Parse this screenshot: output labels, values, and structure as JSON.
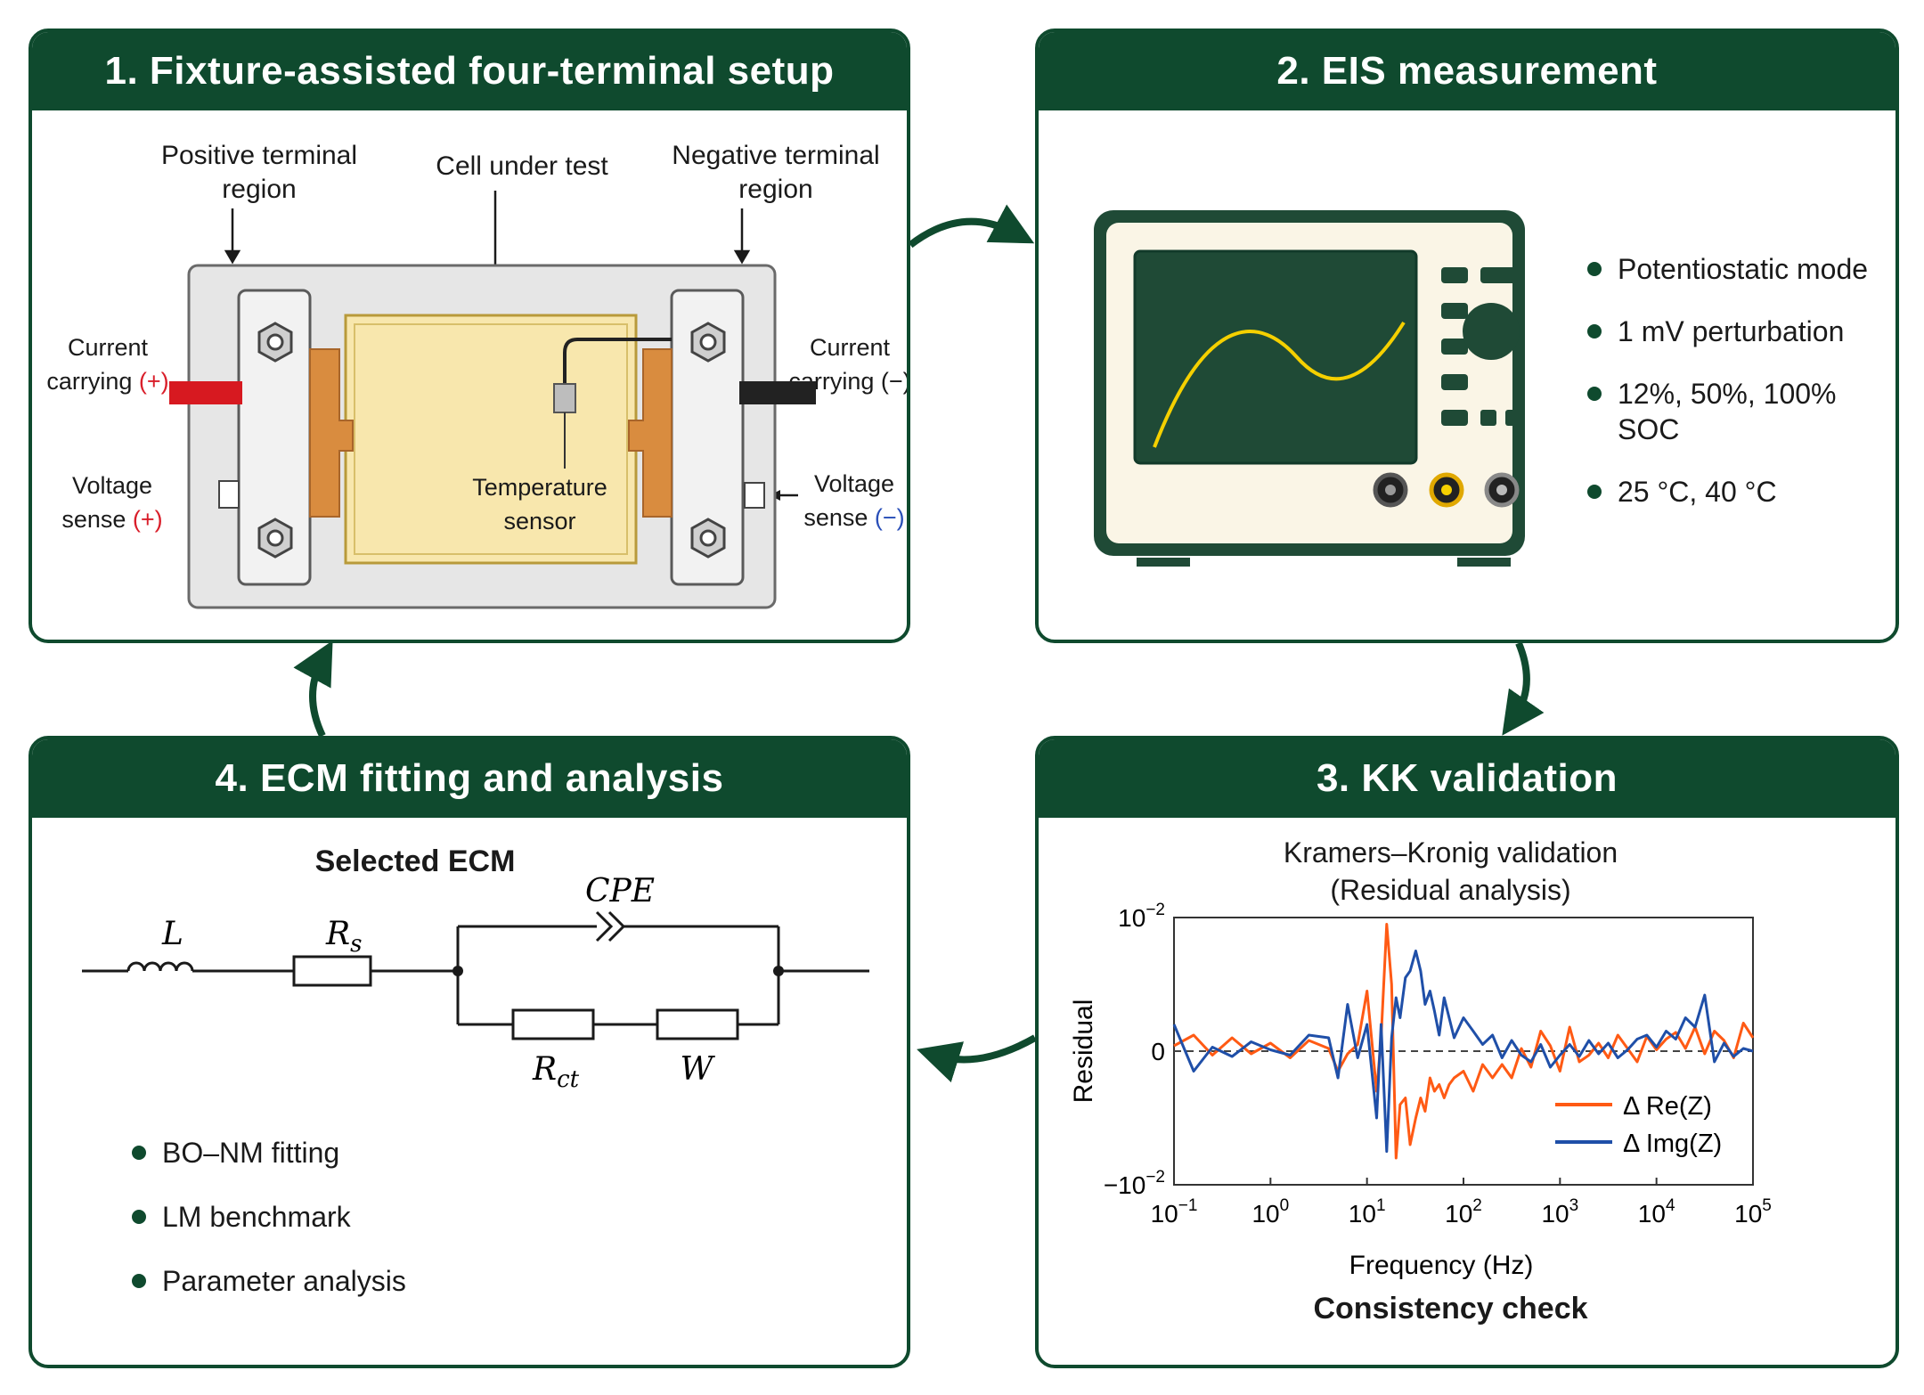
{
  "panels": {
    "setup": {
      "title": "1. Fixture-assisted four-terminal setup",
      "positive_terminal_line1": "Positive terminal",
      "positive_terminal_line2": "region",
      "cell_under_test": "Cell under test",
      "negative_terminal_line1": "Negative terminal",
      "negative_terminal_line2": "region",
      "current_left_line1": "Current",
      "current_left_line2": "carrying",
      "current_left_sign": "(+)",
      "current_right_line1": "Current",
      "current_right_line2": "carrying",
      "current_right_sign": "(−)",
      "voltage_left_line1": "Voltage",
      "voltage_left_line2": "sense",
      "voltage_left_sign": "(+)",
      "voltage_right_line1": "Voltage",
      "voltage_right_line2": "sense",
      "voltage_right_sign": "(−)",
      "temp_sensor_line1": "Temperature",
      "temp_sensor_line2": "sensor"
    },
    "eis": {
      "title": "2. EIS measurement",
      "bullets": [
        "Potentiostatic mode",
        "1 mV perturbation",
        "12%, 50%, 100% SOC",
        "25 °C, 40 °C"
      ]
    },
    "kk": {
      "title": "3. KK validation",
      "chart_title_line1": "Kramers–Kronig validation",
      "chart_title_line2": "(Residual analysis)",
      "footer": "Consistency check"
    },
    "ecm": {
      "title": "4. ECM fitting and analysis",
      "subtitle": "Selected ECM",
      "components": {
        "L": "L",
        "Rs_main": "R",
        "Rs_sub": "s",
        "CPE": "CPE",
        "Rct_main": "R",
        "Rct_sub": "ct",
        "W": "W"
      },
      "bullets": [
        "BO–NM fitting",
        "LM benchmark",
        "Parameter analysis"
      ]
    }
  },
  "colors": {
    "header_green": "#0f4a2e",
    "re_series": "#ff5a14",
    "img_series": "#1f4fa8",
    "cell_fill": "#f8e7ad",
    "copper": "#d98c3f",
    "screen": "#1f4a36",
    "trace": "#f5d000"
  },
  "icons": [
    "hex-nut-icon",
    "potentiostat-icon",
    "bullet-dot-icon",
    "cycle-arrow-icon"
  ],
  "chart_data": {
    "type": "line",
    "title": "Kramers–Kronig validation (Residual analysis)",
    "xlabel": "Frequency (Hz)",
    "ylabel": "Residual",
    "x_scale": "log",
    "xlim": [
      0.1,
      100000
    ],
    "ylim": [
      -0.01,
      0.01
    ],
    "x_ticks": [
      {
        "base": "10",
        "exp": "−1"
      },
      {
        "base": "10",
        "exp": "0"
      },
      {
        "base": "10",
        "exp": "1"
      },
      {
        "base": "10",
        "exp": "2"
      },
      {
        "base": "10",
        "exp": "3"
      },
      {
        "base": "10",
        "exp": "4"
      },
      {
        "base": "10",
        "exp": "5"
      }
    ],
    "y_ticks": [
      {
        "base": "10",
        "exp": "−2",
        "value": 0.01
      },
      {
        "base": "0",
        "exp": "",
        "value": 0
      },
      {
        "base": "−10",
        "exp": "−2",
        "value": -0.01
      }
    ],
    "zero_line": "dashed",
    "legend_position": "bottom-right",
    "series": [
      {
        "name": "Δ Re(Z)",
        "color": "#ff5a14",
        "x": [
          0.1,
          0.16,
          0.25,
          0.4,
          0.63,
          1,
          1.6,
          2.5,
          4,
          5,
          6.3,
          8,
          10,
          12.6,
          14,
          16,
          18,
          20,
          22,
          25,
          28,
          32,
          36,
          40,
          45,
          50,
          56,
          63,
          71,
          80,
          100,
          126,
          158,
          200,
          251,
          316,
          398,
          501,
          631,
          794,
          1000,
          1259,
          1585,
          1995,
          2512,
          3162,
          3981,
          5012,
          6310,
          7943,
          10000,
          12589,
          15849,
          19953,
          25119,
          31623,
          39811,
          50119,
          63096,
          79433,
          100000
        ],
        "y": [
          0.0004,
          0.0012,
          -0.0003,
          0.001,
          -0.0002,
          0.0006,
          -0.0005,
          0.0008,
          0.0002,
          -0.0015,
          -0.0002,
          0.0005,
          0.0045,
          -0.003,
          0.001,
          0.0095,
          0.005,
          -0.008,
          -0.004,
          -0.0035,
          -0.007,
          -0.005,
          -0.0035,
          -0.0045,
          -0.002,
          -0.003,
          -0.0025,
          -0.0035,
          -0.0025,
          -0.002,
          -0.0015,
          -0.003,
          -0.001,
          -0.002,
          -0.001,
          -0.002,
          0.0002,
          -0.0012,
          0.0015,
          0.0004,
          -0.0015,
          0.0018,
          -0.0008,
          -0.0003,
          0.0006,
          -0.0005,
          0.0012,
          0.0002,
          -0.0008,
          0.0011,
          0.0001,
          0.0009,
          0.0014,
          0.0002,
          0.0018,
          -0.0002,
          0.0015,
          0.0008,
          -0.0005,
          0.0021,
          0.001
        ]
      },
      {
        "name": "Δ Img(Z)",
        "color": "#1f4fa8",
        "x": [
          0.1,
          0.16,
          0.25,
          0.4,
          0.63,
          1,
          1.6,
          2.5,
          4,
          5,
          6.3,
          8,
          10,
          12.6,
          14,
          16,
          18,
          20,
          22,
          25,
          28,
          32,
          36,
          40,
          45,
          50,
          56,
          63,
          71,
          80,
          100,
          126,
          158,
          200,
          251,
          316,
          398,
          501,
          631,
          794,
          1000,
          1259,
          1585,
          1995,
          2512,
          3162,
          3981,
          5012,
          6310,
          7943,
          10000,
          12589,
          15849,
          19953,
          25119,
          31623,
          39811,
          50119,
          63096,
          79433,
          100000
        ],
        "y": [
          0.002,
          -0.0015,
          0.0003,
          -0.0004,
          0.0007,
          0.0001,
          -0.0003,
          0.0012,
          0.001,
          -0.002,
          0.0035,
          -0.0005,
          0.002,
          -0.005,
          0.002,
          -0.0075,
          0.001,
          0.004,
          0.0025,
          0.0055,
          0.006,
          0.0075,
          0.006,
          0.0035,
          0.0045,
          0.003,
          0.0012,
          0.004,
          0.0025,
          0.001,
          0.0025,
          0.0015,
          0.0005,
          0.0012,
          -0.0005,
          0.0008,
          -0.0003,
          -0.0008,
          0.0005,
          -0.0012,
          -0.0003,
          0.0005,
          -0.0004,
          0.0008,
          -0.0002,
          0.0006,
          -0.0005,
          0.0001,
          0.0009,
          0.0012,
          0.0003,
          0.0015,
          0.0009,
          0.0025,
          0.0018,
          0.0042,
          -0.0008,
          0.0006,
          -0.0004,
          0.0002,
          0
        ]
      }
    ]
  }
}
